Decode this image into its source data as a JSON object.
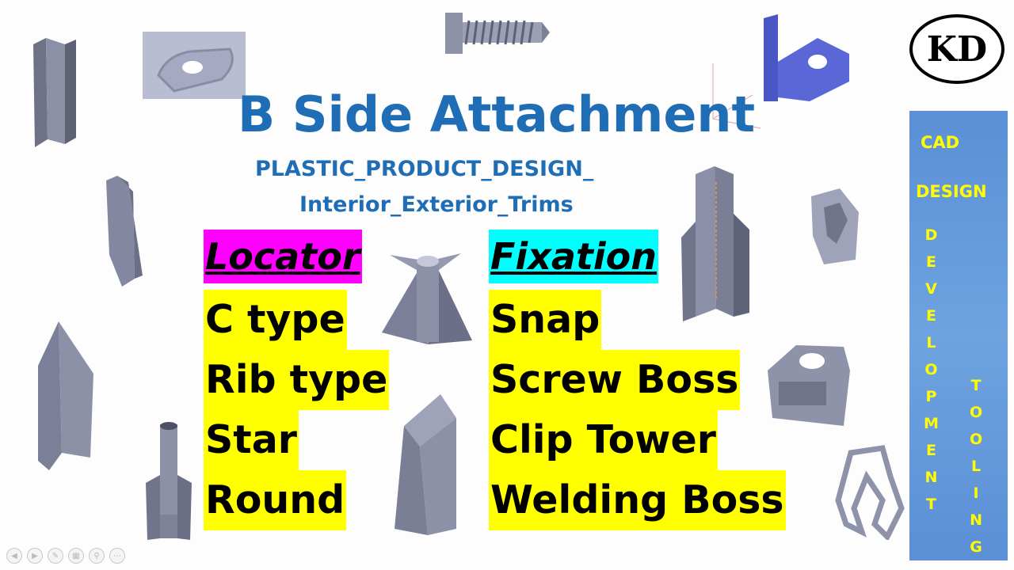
{
  "slide": {
    "title": "B Side Attachment",
    "subtitle_line1": "PLASTIC_PRODUCT_DESIGN_",
    "subtitle_line2": "Interior_Exterior_Trims",
    "logo_text": "KD"
  },
  "locator": {
    "heading": "Locator",
    "heading_color": "#ff00ff",
    "items": [
      "C type",
      "Rib type",
      "Star",
      "Round"
    ]
  },
  "fixation": {
    "heading": "Fixation",
    "heading_color": "#00ffff",
    "items": [
      "Snap",
      "Screw Boss",
      "Clip Tower",
      "Welding Boss"
    ]
  },
  "side_banner": {
    "cad": "CAD",
    "design": "DESIGN",
    "development": [
      "D",
      "E",
      "V",
      "E",
      "L",
      "O",
      "P",
      "M",
      "E",
      "N",
      "T"
    ],
    "tooling": [
      "T",
      "O",
      "O",
      "L",
      "I",
      "N",
      "G"
    ]
  },
  "colors": {
    "title_blue": "#1f6db5",
    "highlight_yellow": "#ffff00",
    "banner_blue": "#5b8fd6",
    "banner_text": "#ffff00"
  },
  "icons": [
    "prev-icon",
    "next-icon",
    "pen-icon",
    "slides-icon",
    "zoom-icon",
    "more-icon"
  ]
}
